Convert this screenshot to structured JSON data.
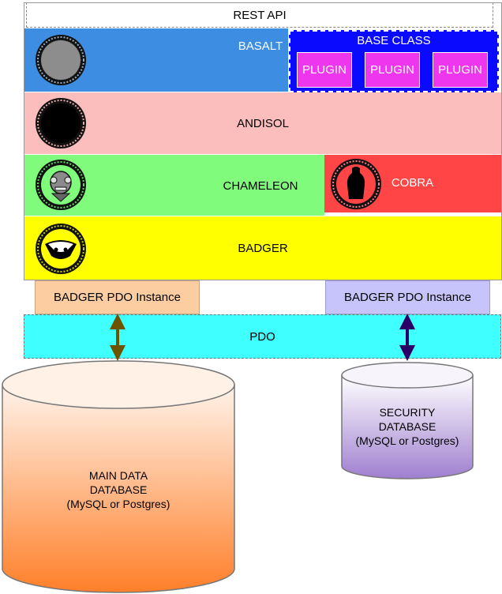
{
  "layers": {
    "rest_api": "REST API",
    "basalt": "BASALT",
    "base_class": "BASE CLASS",
    "plugins": [
      "PLUGIN",
      "PLUGIN",
      "PLUGIN"
    ],
    "andisol": "ANDISOL",
    "chameleon": "CHAMELEON",
    "cobra": "COBRA",
    "badger": "BADGER"
  },
  "pdo_instances": [
    "BADGER PDO Instance",
    "BADGER PDO Instance"
  ],
  "pdo": "PDO",
  "databases": {
    "main": [
      "MAIN DATA",
      "DATABASE",
      "(MySQL or Postgres)"
    ],
    "security": [
      "SECURITY",
      "DATABASE",
      "(MySQL or Postgres)"
    ]
  },
  "colors": {
    "basalt": "#3d8ee3",
    "base_class": "#0a0aff",
    "plugin": "#ef36ef",
    "andisol": "#fcbdbd",
    "chameleon": "#80fb7c",
    "cobra": "#ff4545",
    "badger": "#ffff00",
    "pdo": "#40ffff",
    "main_db": "#ff7f2a",
    "security_db": "#9f7fcf"
  },
  "icons": [
    "basalt-logo-icon",
    "andisol-logo-icon",
    "chameleon-logo-icon",
    "cobra-logo-icon",
    "badger-logo-icon"
  ]
}
